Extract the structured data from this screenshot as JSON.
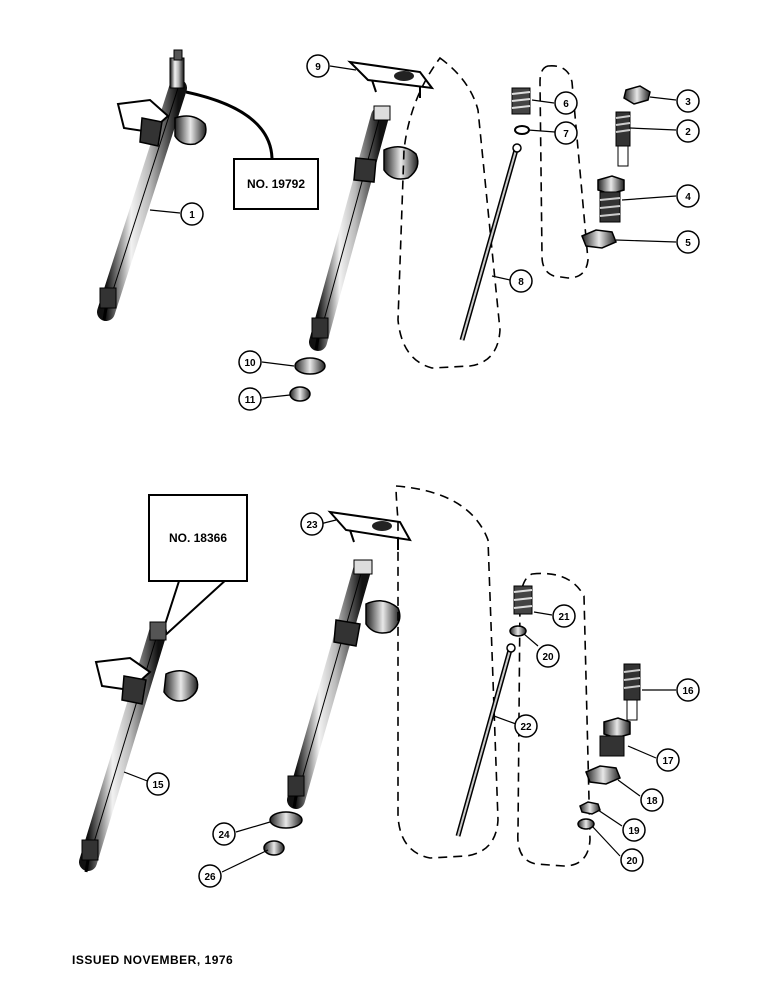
{
  "callouts": {
    "top": "NO. 19792",
    "bottom": "NO. 18366"
  },
  "footer": "ISSUED NOVEMBER, 1976",
  "part_numbers": {
    "n1": "1",
    "n2": "2",
    "n3": "3",
    "n4": "4",
    "n5": "5",
    "n6": "6",
    "n7": "7",
    "n8": "8",
    "n9": "9",
    "n10": "10",
    "n11": "11",
    "n15": "15",
    "n16": "16",
    "n17": "17",
    "n18": "18",
    "n19": "19",
    "n20a": "20",
    "n20b": "20",
    "n21": "21",
    "n22": "22",
    "n23": "23",
    "n24": "24",
    "n26": "26"
  }
}
